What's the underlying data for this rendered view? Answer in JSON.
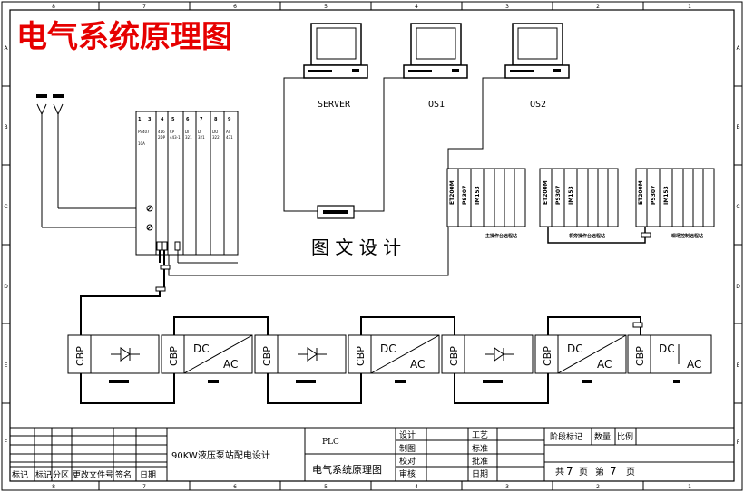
{
  "title": "电气系统原理图",
  "watermark": "图 文 设 计",
  "border": {
    "col_labels": [
      "8",
      "7",
      "6",
      "5",
      "4",
      "3",
      "2",
      "1"
    ],
    "row_labels": [
      "A",
      "B",
      "C",
      "D",
      "E",
      "F"
    ]
  },
  "computers": [
    {
      "label": "SERVER"
    },
    {
      "label": "OS1"
    },
    {
      "label": "OS2"
    }
  ],
  "plc_rack": {
    "slot_numbers": [
      "1",
      "3",
      "4",
      "5",
      "6",
      "7",
      "8",
      "9"
    ],
    "modules": [
      {
        "line1": "PS407",
        "line2": "10A"
      },
      {
        "line1": "416",
        "line2": "2DP"
      },
      {
        "line1": "CP",
        "line2": "443-1"
      },
      {
        "line1": "DI",
        "line2": "321"
      },
      {
        "line1": "DI",
        "line2": "321"
      },
      {
        "line1": "DO",
        "line2": "322"
      },
      {
        "line1": "AI",
        "line2": "431"
      }
    ]
  },
  "remote_stations": [
    {
      "modules": [
        "ET200M",
        "PS307",
        "IM153"
      ],
      "caption": "主操作台远程站"
    },
    {
      "modules": [
        "ET200M",
        "PS307",
        "IM153"
      ],
      "caption": "机旁操作台远程站"
    },
    {
      "modules": [
        "ET200M",
        "PS307",
        "IM153"
      ],
      "caption": "现场控制远程站"
    }
  ],
  "drives": [
    {
      "cbp": "CBP",
      "type": "rectifier"
    },
    {
      "cbp": "CBP",
      "type": "dcac",
      "dc": "DC",
      "ac": "AC"
    },
    {
      "cbp": "CBP",
      "type": "rectifier"
    },
    {
      "cbp": "CBP",
      "type": "dcac",
      "dc": "DC",
      "ac": "AC"
    },
    {
      "cbp": "CBP",
      "type": "rectifier"
    },
    {
      "cbp": "CBP",
      "type": "dcac",
      "dc": "DC",
      "ac": "AC"
    },
    {
      "cbp": "CBP",
      "type": "dcac",
      "dc": "DC",
      "ac": "AC"
    }
  ],
  "title_block": {
    "revision_headers": [
      "标记",
      "标记",
      "分区",
      "更改文件号",
      "签名",
      "日期"
    ],
    "project_name": "90KW液压泵站配电设计",
    "plc_label": "PLC",
    "drawing_name": "电气系统原理图",
    "role_col1": [
      "设计",
      "制图",
      "校对",
      "审核"
    ],
    "role_col2": [
      "工艺",
      "标准",
      "批准",
      "日期"
    ],
    "stage_header": [
      "阶段标记",
      "数量",
      "比例"
    ],
    "sheet": {
      "total_label": "共",
      "total": "7",
      "unit1": "页",
      "page_label": "第",
      "page": "7",
      "unit2": "页"
    }
  }
}
